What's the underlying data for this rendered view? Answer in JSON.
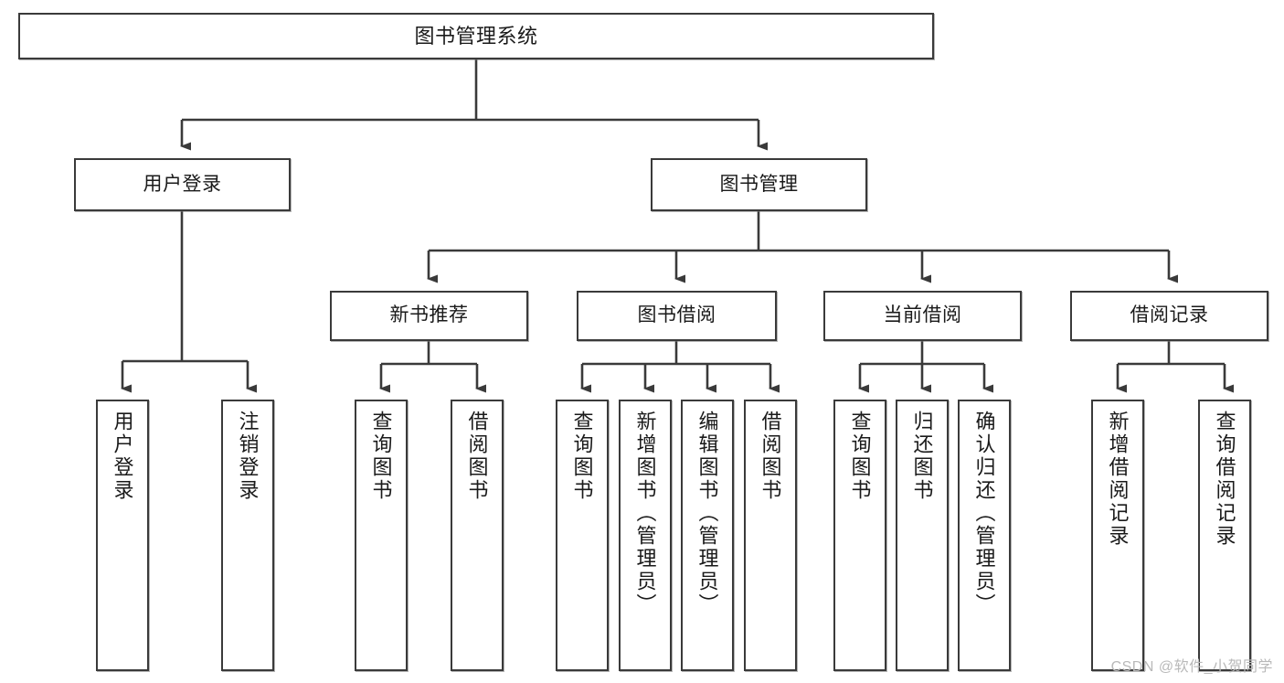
{
  "diagram": {
    "title": "图书管理系统",
    "type": "tree-hierarchy",
    "root": {
      "label": "图书管理系统"
    },
    "level2": [
      {
        "label": "用户登录"
      },
      {
        "label": "图书管理"
      }
    ],
    "level3": [
      {
        "label": "新书推荐"
      },
      {
        "label": "图书借阅"
      },
      {
        "label": "当前借阅"
      },
      {
        "label": "借阅记录"
      }
    ],
    "leaves": {
      "user_login": [
        {
          "label": "用户登录"
        },
        {
          "label": "注销登录"
        }
      ],
      "new_book_recommend": [
        {
          "label": "查询图书"
        },
        {
          "label": "借阅图书"
        }
      ],
      "book_borrow": [
        {
          "label": "查询图书"
        },
        {
          "label": "新增图书（管理员）"
        },
        {
          "label": "编辑图书（管理员）"
        },
        {
          "label": "借阅图书"
        }
      ],
      "current_borrow": [
        {
          "label": "查询图书"
        },
        {
          "label": "归还图书"
        },
        {
          "label": "确认归还（管理员）"
        }
      ],
      "borrow_record": [
        {
          "label": "新增借阅记录"
        },
        {
          "label": "查询借阅记录"
        }
      ]
    }
  },
  "watermark": {
    "text": "CSDN @软件_小贺同学"
  },
  "colors": {
    "border": "#3a3a3a",
    "background": "#ffffff",
    "text": "#1a1a1a",
    "watermark": "#b9b9b9"
  }
}
